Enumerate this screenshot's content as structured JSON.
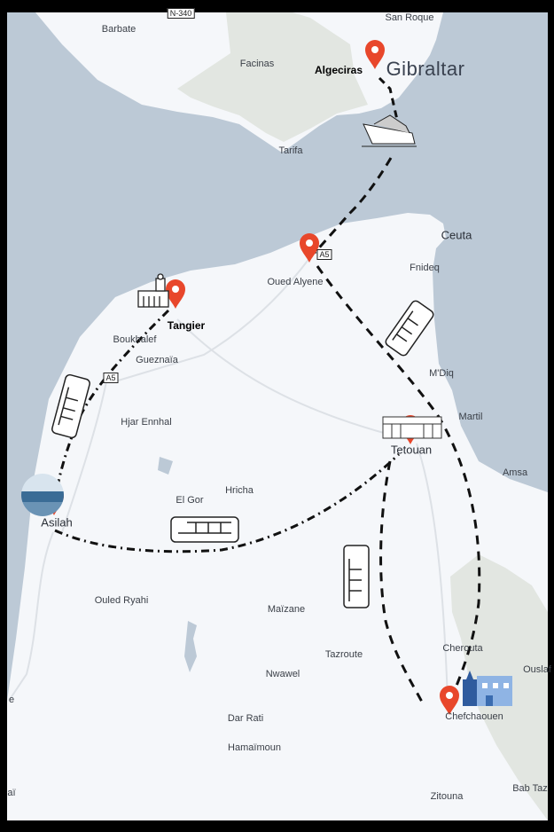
{
  "colors": {
    "sea": "#bcc9d6",
    "land": "#f5f7fa",
    "forest": "#e2e6e1",
    "route": "#111111",
    "pin": "#e8472b",
    "border": "#000000"
  },
  "road_shields": {
    "n340": "N-340",
    "a5_north": "A5",
    "a5_tangier": "A5"
  },
  "places": {
    "barbate": "Barbate",
    "facinas": "Facinas",
    "san_roque": "San Roque",
    "algeciras": "Algeciras",
    "gibraltar": "Gibraltar",
    "tarifa": "Tarifa",
    "ceuta": "Ceuta",
    "fnideq": "Fnideq",
    "oued_alyene": "Oued Alyene",
    "tangier": "Tangier",
    "boukhalef": "Boukhalef",
    "gueznaia": "Gueznaïa",
    "mdiq": "M'Diq",
    "martil": "Martil",
    "hjar_ennhal": "Hjar Ennhal",
    "tetouan": "Tetouan",
    "amsa": "Amsa",
    "el_gor": "El Gor",
    "hricha": "Hricha",
    "asilah": "Asilah",
    "ouled_ryahi": "Ouled Ryahi",
    "maizane": "Maïzane",
    "cherouta": "Cherouta",
    "ouslaf": "Ouslaf",
    "tazroute": "Tazroute",
    "nwawel": "Nwawel",
    "dar_rati": "Dar Rati",
    "chefchaouen": "Chefchaouen",
    "hamaimoun": "Hamaïmoun",
    "zitouna": "Zitouna",
    "bab_taza": "Bab Taz",
    "edge_e": "e",
    "edge_ai": "aï"
  },
  "icons": [
    "map-pin-icon",
    "ship-icon",
    "bus-icon",
    "mosque-icon",
    "beach-photo-icon",
    "medina-building-icon",
    "blue-city-icon"
  ]
}
